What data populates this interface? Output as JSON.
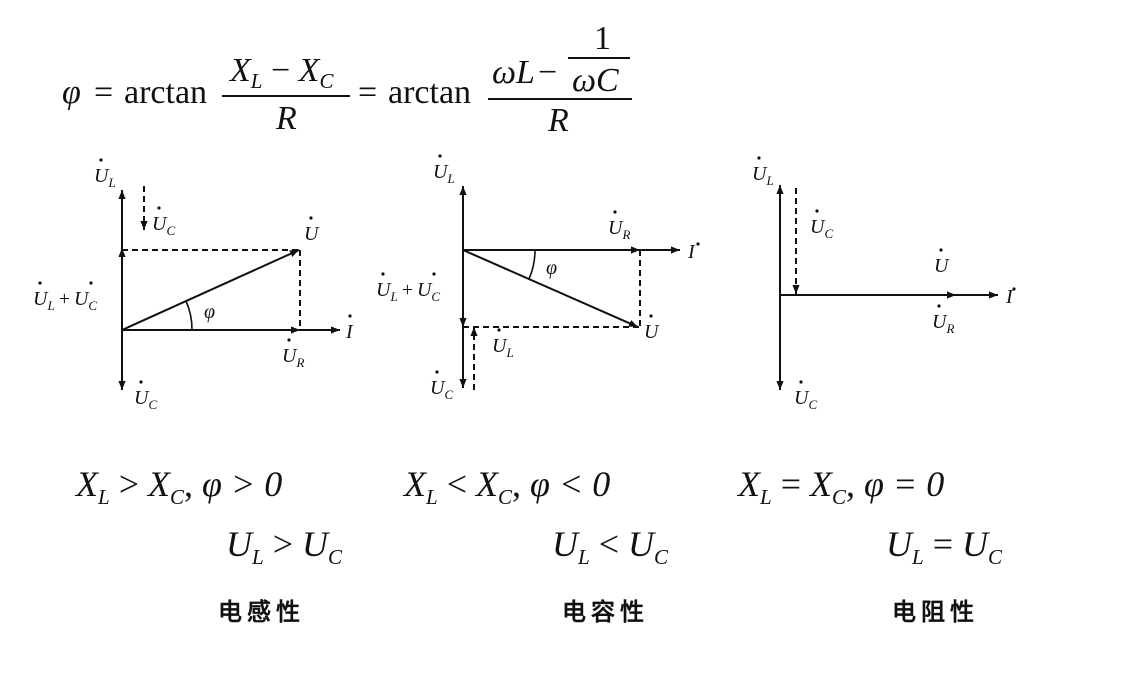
{
  "formula": {
    "phi": "φ",
    "eq1": "=",
    "arctan1": "arctan",
    "num1_a": "X",
    "num1_a_sub": "L",
    "num1_op": "−",
    "num1_b": "X",
    "num1_b_sub": "C",
    "den1": "R",
    "eq2": "=",
    "arctan2": "arctan",
    "num2_a": "ωL",
    "num2_op": "−",
    "inner_num": "1",
    "inner_den": "ωC",
    "den2": "R"
  },
  "phasor_labels": {
    "UL": "U",
    "UL_sub": "L",
    "UC": "U",
    "UC_sub": "C",
    "UR": "U",
    "UR_sub": "R",
    "U": "U",
    "I": "I",
    "phi": "φ",
    "plus": "+"
  },
  "panels": [
    {
      "condition_left": "X",
      "condition_left_sub": "L",
      "condition_rel": ">",
      "condition_right": "X",
      "condition_right_sub": "C",
      "phi_cond": "φ > 0",
      "voltage_left": "U",
      "voltage_left_sub": "L",
      "voltage_rel": ">",
      "voltage_right": "U",
      "voltage_right_sub": "C",
      "nature": "电感性"
    },
    {
      "condition_left": "X",
      "condition_left_sub": "L",
      "condition_rel": "<",
      "condition_right": "X",
      "condition_right_sub": "C",
      "phi_cond": "φ < 0",
      "voltage_left": "U",
      "voltage_left_sub": "L",
      "voltage_rel": "<",
      "voltage_right": "U",
      "voltage_right_sub": "C",
      "nature": "电容性"
    },
    {
      "condition_left": "X",
      "condition_left_sub": "L",
      "condition_rel": "=",
      "condition_right": "X",
      "condition_right_sub": "C",
      "phi_cond": "φ = 0",
      "voltage_left": "U",
      "voltage_left_sub": "L",
      "voltage_rel": "=",
      "voltage_right": "U",
      "voltage_right_sub": "C",
      "nature": "电阻性"
    }
  ]
}
